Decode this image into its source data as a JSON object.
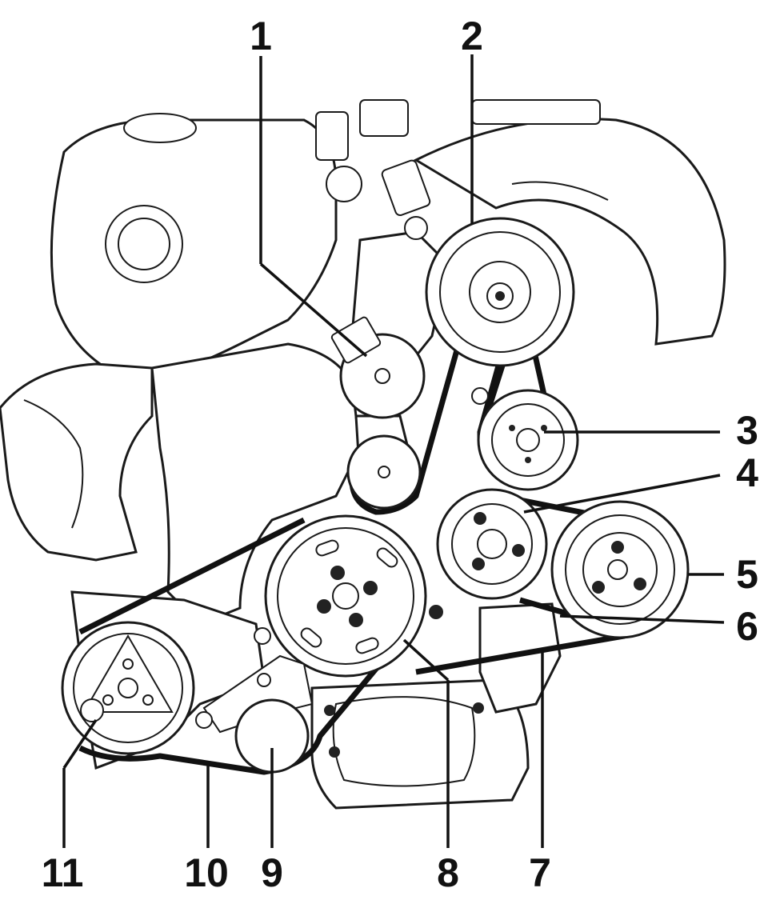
{
  "callouts": [
    {
      "id": "1",
      "text": "1"
    },
    {
      "id": "2",
      "text": "2"
    },
    {
      "id": "3",
      "text": "3"
    },
    {
      "id": "4",
      "text": "4"
    },
    {
      "id": "5",
      "text": "5"
    },
    {
      "id": "6",
      "text": "6"
    },
    {
      "id": "7",
      "text": "7"
    },
    {
      "id": "8",
      "text": "8"
    },
    {
      "id": "9",
      "text": "9"
    },
    {
      "id": "10",
      "text": "10"
    },
    {
      "id": "11",
      "text": "11"
    }
  ],
  "colors": {
    "line": "#111111",
    "background": "#ffffff"
  }
}
